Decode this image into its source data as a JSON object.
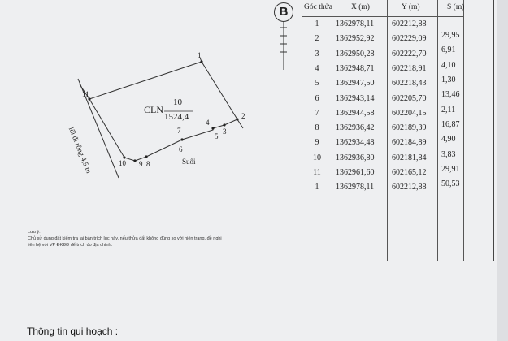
{
  "badge_letter": "B",
  "parcel": {
    "land_type": "CLN",
    "parcel_number": "10",
    "area": "1524,4",
    "road_label": "lối đi rộng 4,5 m",
    "stream_label": "Suối"
  },
  "vertex_labels": [
    "1",
    "2",
    "3",
    "4",
    "5",
    "6",
    "7",
    "8",
    "9",
    "10",
    "11"
  ],
  "table": {
    "headers": {
      "corner": "Góc thửa",
      "x": "X (m)",
      "y": "Y (m)",
      "s": "S (m)"
    },
    "rows": [
      {
        "id": "1",
        "x": "1362978,11",
        "y": "602212,88"
      },
      {
        "id": "2",
        "x": "1362952,92",
        "y": "602229,09"
      },
      {
        "id": "3",
        "x": "1362950,28",
        "y": "602222,70"
      },
      {
        "id": "4",
        "x": "1362948,71",
        "y": "602218,91"
      },
      {
        "id": "5",
        "x": "1362947,50",
        "y": "602218,43"
      },
      {
        "id": "6",
        "x": "1362943,14",
        "y": "602205,70"
      },
      {
        "id": "7",
        "x": "1362944,58",
        "y": "602204,15"
      },
      {
        "id": "8",
        "x": "1362936,42",
        "y": "602189,39"
      },
      {
        "id": "9",
        "x": "1362934,48",
        "y": "602184,89"
      },
      {
        "id": "10",
        "x": "1362936,80",
        "y": "602181,84"
      },
      {
        "id": "11",
        "x": "1362961,60",
        "y": "602165,12"
      },
      {
        "id": "1",
        "x": "1362978,11",
        "y": "602212,88"
      }
    ],
    "distances": [
      "29,95",
      "6,91",
      "4,10",
      "1,30",
      "13,46",
      "2,11",
      "16,87",
      "4,90",
      "3,83",
      "29,91",
      "50,53"
    ]
  },
  "note": {
    "title": "Lưu ý:",
    "line1": "Chủ sử dụng đất kiểm tra lại bản trích lục này, nếu thửa đất không đúng so với hiện trạng, đề nghị",
    "line2": "liên hệ với VP ĐKĐĐ để trích đo địa chính."
  },
  "planning_title": "Thông tin qui hoạch :"
}
